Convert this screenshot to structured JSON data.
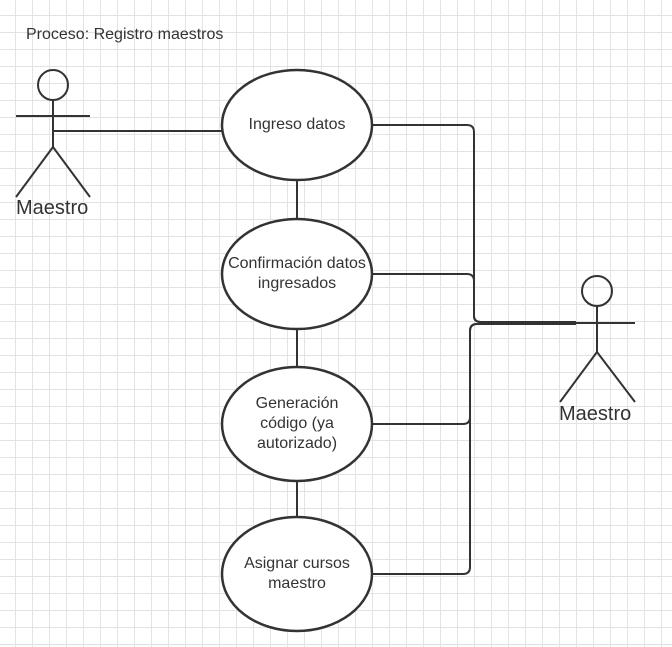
{
  "diagram": {
    "title": "Proceso: Registro maestros",
    "actors": {
      "left": {
        "label": "Maestro"
      },
      "right": {
        "label": "Maestro"
      }
    },
    "use_cases": [
      {
        "label": "Ingreso datos"
      },
      {
        "label": "Confirmación datos ingresados"
      },
      {
        "label": "Generación código (ya autorizado)"
      },
      {
        "label": "Asignar cursos maestro"
      }
    ],
    "colors": {
      "stroke": "#333333",
      "grid": "#e3e3e3",
      "background": "#ffffff"
    }
  }
}
